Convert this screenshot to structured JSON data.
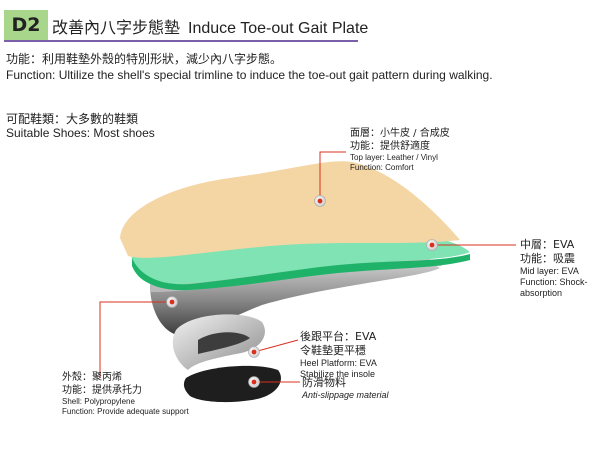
{
  "header": {
    "badge": "D2",
    "title_zh": "改善內八字步態墊",
    "title_en": "Induce Toe-out Gait Plate"
  },
  "function": {
    "zh": "功能：利用鞋墊外殼的特別形狀，減少內八字步態。",
    "en": "Function: Ultilize the shell's special trimline to induce the toe-out gait pattern during walking."
  },
  "shoes": {
    "zh": "可配鞋類：大多數的鞋類",
    "en": "Suitable Shoes: Most shoes"
  },
  "callouts": {
    "top": {
      "zh1": "面層：小牛皮 / 合成皮",
      "zh2": "功能：提供舒適度",
      "en1": "Top layer: Leather / Vinyl",
      "en2": "Function: Comfort"
    },
    "mid": {
      "zh1": "中層：EVA",
      "zh2": "功能：吸震",
      "en1": "Mid layer: EVA",
      "en2": "Function: Shock-",
      "en3": "absorption"
    },
    "heel": {
      "zh1": "後跟平台：EVA",
      "zh2": "令鞋墊更平穩",
      "en1": "Heel Platform: EVA",
      "en2": "Stabilize the insole"
    },
    "antislip": {
      "zh": "防滑物料",
      "en": "Anti-slippage material"
    },
    "shell": {
      "zh1": "外殼：聚丙烯",
      "zh2": "功能：提供承托力",
      "en1": "Shell: Polypropylene",
      "en2": "Function: Provide adequate support"
    }
  },
  "colors": {
    "badge": "#a8d68a",
    "rule": "#7b5fa8",
    "top_layer": "#f3d6a4",
    "mid_layer": "#7fe3b4",
    "mid_edge": "#1fb36a",
    "shell": "#8a8a8a",
    "antislip": "#1e1e1e",
    "marker": "#d9301e"
  }
}
